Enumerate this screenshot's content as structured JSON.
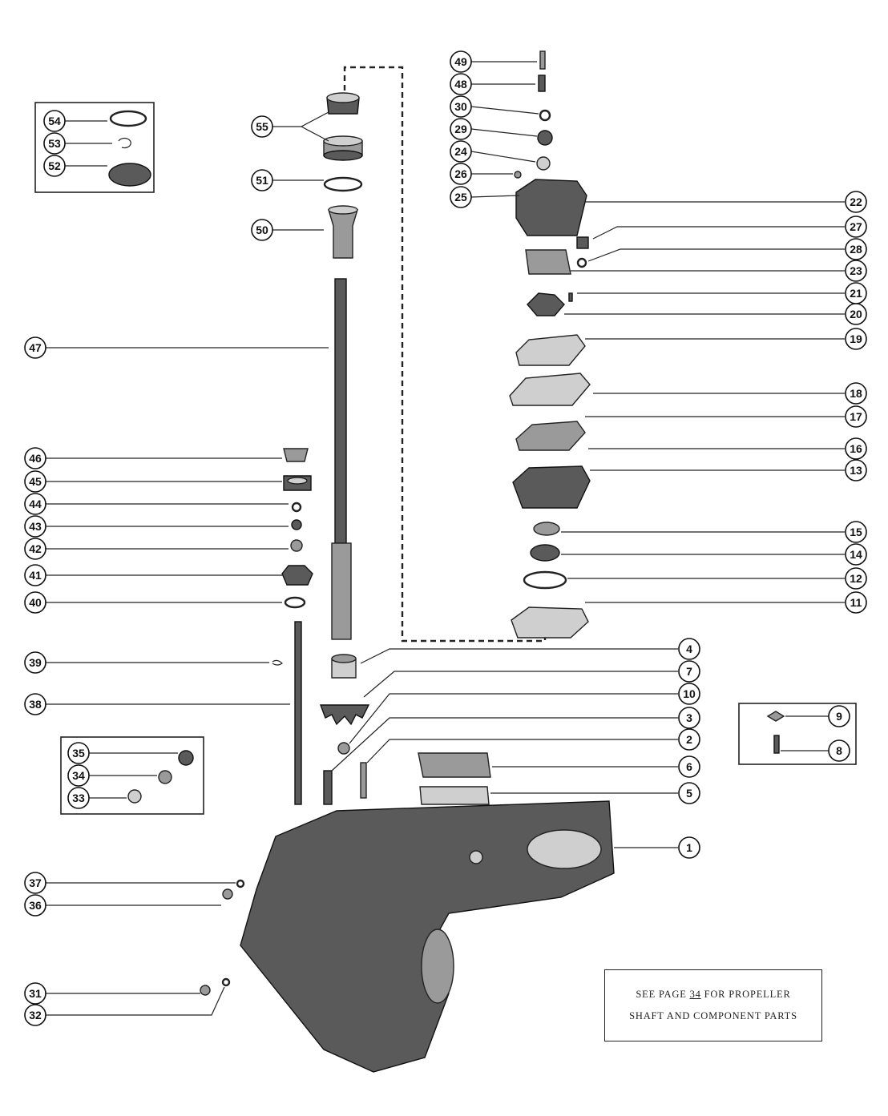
{
  "callouts": [
    "1",
    "2",
    "3",
    "4",
    "5",
    "6",
    "7",
    "8",
    "9",
    "10",
    "11",
    "12",
    "13",
    "14",
    "15",
    "16",
    "17",
    "18",
    "19",
    "20",
    "21",
    "22",
    "23",
    "24",
    "25",
    "26",
    "27",
    "28",
    "29",
    "30",
    "31",
    "32",
    "33",
    "34",
    "35",
    "36",
    "37",
    "38",
    "39",
    "40",
    "41",
    "42",
    "43",
    "44",
    "45",
    "46",
    "47",
    "48",
    "49",
    "50",
    "51",
    "52",
    "53",
    "54",
    "55"
  ],
  "note": {
    "line1_before": "SEE PAGE ",
    "line1_page": "34",
    "line1_after": " FOR PROPELLER",
    "line2": "SHAFT AND COMPONENT PARTS"
  }
}
